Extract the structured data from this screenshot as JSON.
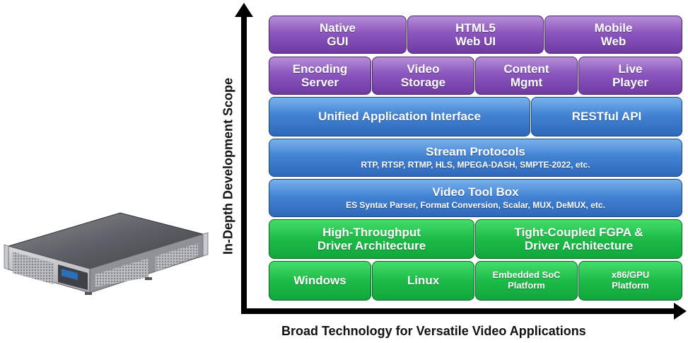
{
  "axes": {
    "y_label": "In-Depth Development Scope",
    "x_label": "Broad Technology for Versatile Video Applications"
  },
  "colors": {
    "purple": "#8b56bd",
    "blue": "#4383d3",
    "green": "#1ebb48",
    "axis": "#000000"
  },
  "stack": {
    "row1": {
      "native_gui": [
        "Native",
        "GUI"
      ],
      "html5_web_ui": [
        "HTML5",
        "Web UI"
      ],
      "mobile_web": [
        "Mobile",
        "Web"
      ]
    },
    "row2": {
      "encoding_server": [
        "Encoding",
        "Server"
      ],
      "video_storage": [
        "Video",
        "Storage"
      ],
      "content_mgmt": [
        "Content",
        "Mgmt"
      ],
      "live_player": [
        "Live",
        "Player"
      ]
    },
    "row3": {
      "unified_api": "Unified Application Interface",
      "restful_api": "RESTful API"
    },
    "row4": {
      "title": "Stream Protocols",
      "subtitle": "RTP, RTSP, RTMP, HLS, MPEGA-DASH,  SMPTE-2022, etc."
    },
    "row5": {
      "title": "Video Tool Box",
      "subtitle": "ES Syntax Parser, Format Conversion, Scalar, MUX, DeMUX, etc."
    },
    "row6": {
      "high_throughput": [
        "High-Throughput",
        "Driver Architecture"
      ],
      "tight_coupled": [
        "Tight-Coupled FGPA &",
        "Driver Architecture"
      ]
    },
    "row7": {
      "windows": "Windows",
      "linux": "Linux",
      "embedded_soc": [
        "Embedded SoC",
        "Platform"
      ],
      "x86_gpu": [
        "x86/GPU",
        "Platform"
      ]
    }
  }
}
